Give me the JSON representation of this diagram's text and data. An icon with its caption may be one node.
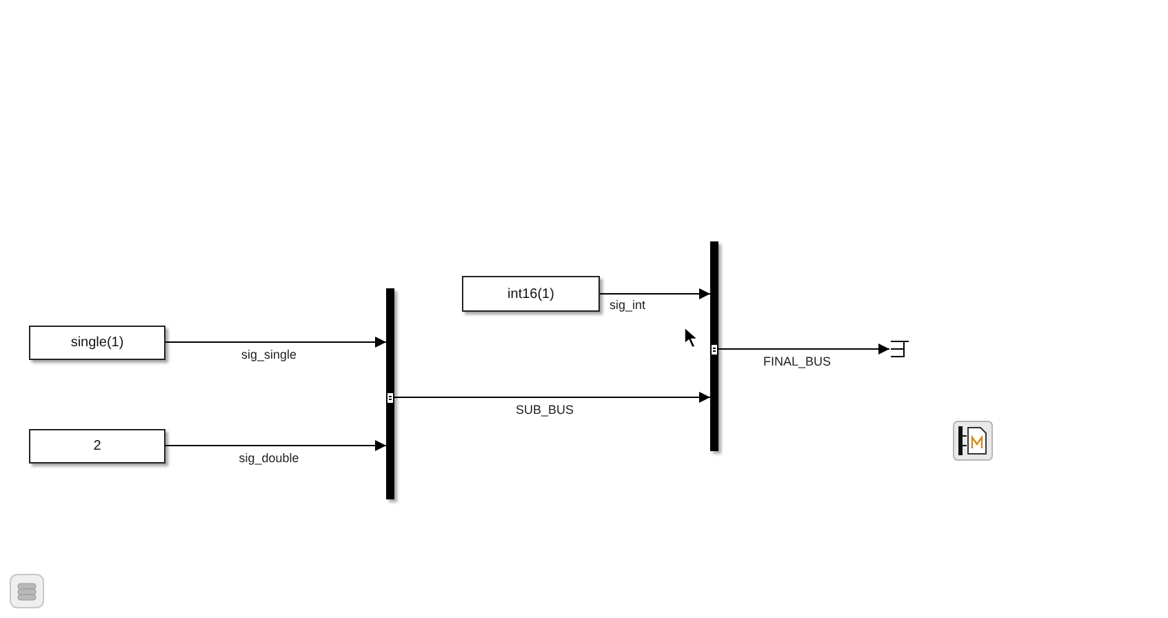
{
  "diagram": {
    "nodes": [
      {
        "text": [
          "single(1)"
        ]
      },
      {
        "text": [
          "2"
        ]
      },
      {
        "text": [],
        "shape": "bar"
      },
      {
        "text": [
          "int16(1)"
        ]
      },
      {
        "text": [],
        "shape": "bar"
      },
      {
        "text": [],
        "shape": "bracket"
      }
    ],
    "edges": [
      {
        "from": 0,
        "to": 2,
        "arrow": "to",
        "label": "sig_single"
      },
      {
        "from": 1,
        "to": 2,
        "arrow": "to",
        "label": "sig_double"
      },
      {
        "from": 3,
        "to": 4,
        "arrow": "to",
        "label": "sig_int"
      },
      {
        "from": 2,
        "to": 4,
        "arrow": "to",
        "label": "SUB_BUS"
      },
      {
        "from": 4,
        "to": 5,
        "arrow": "to",
        "label": "FINAL_BUS"
      }
    ]
  }
}
